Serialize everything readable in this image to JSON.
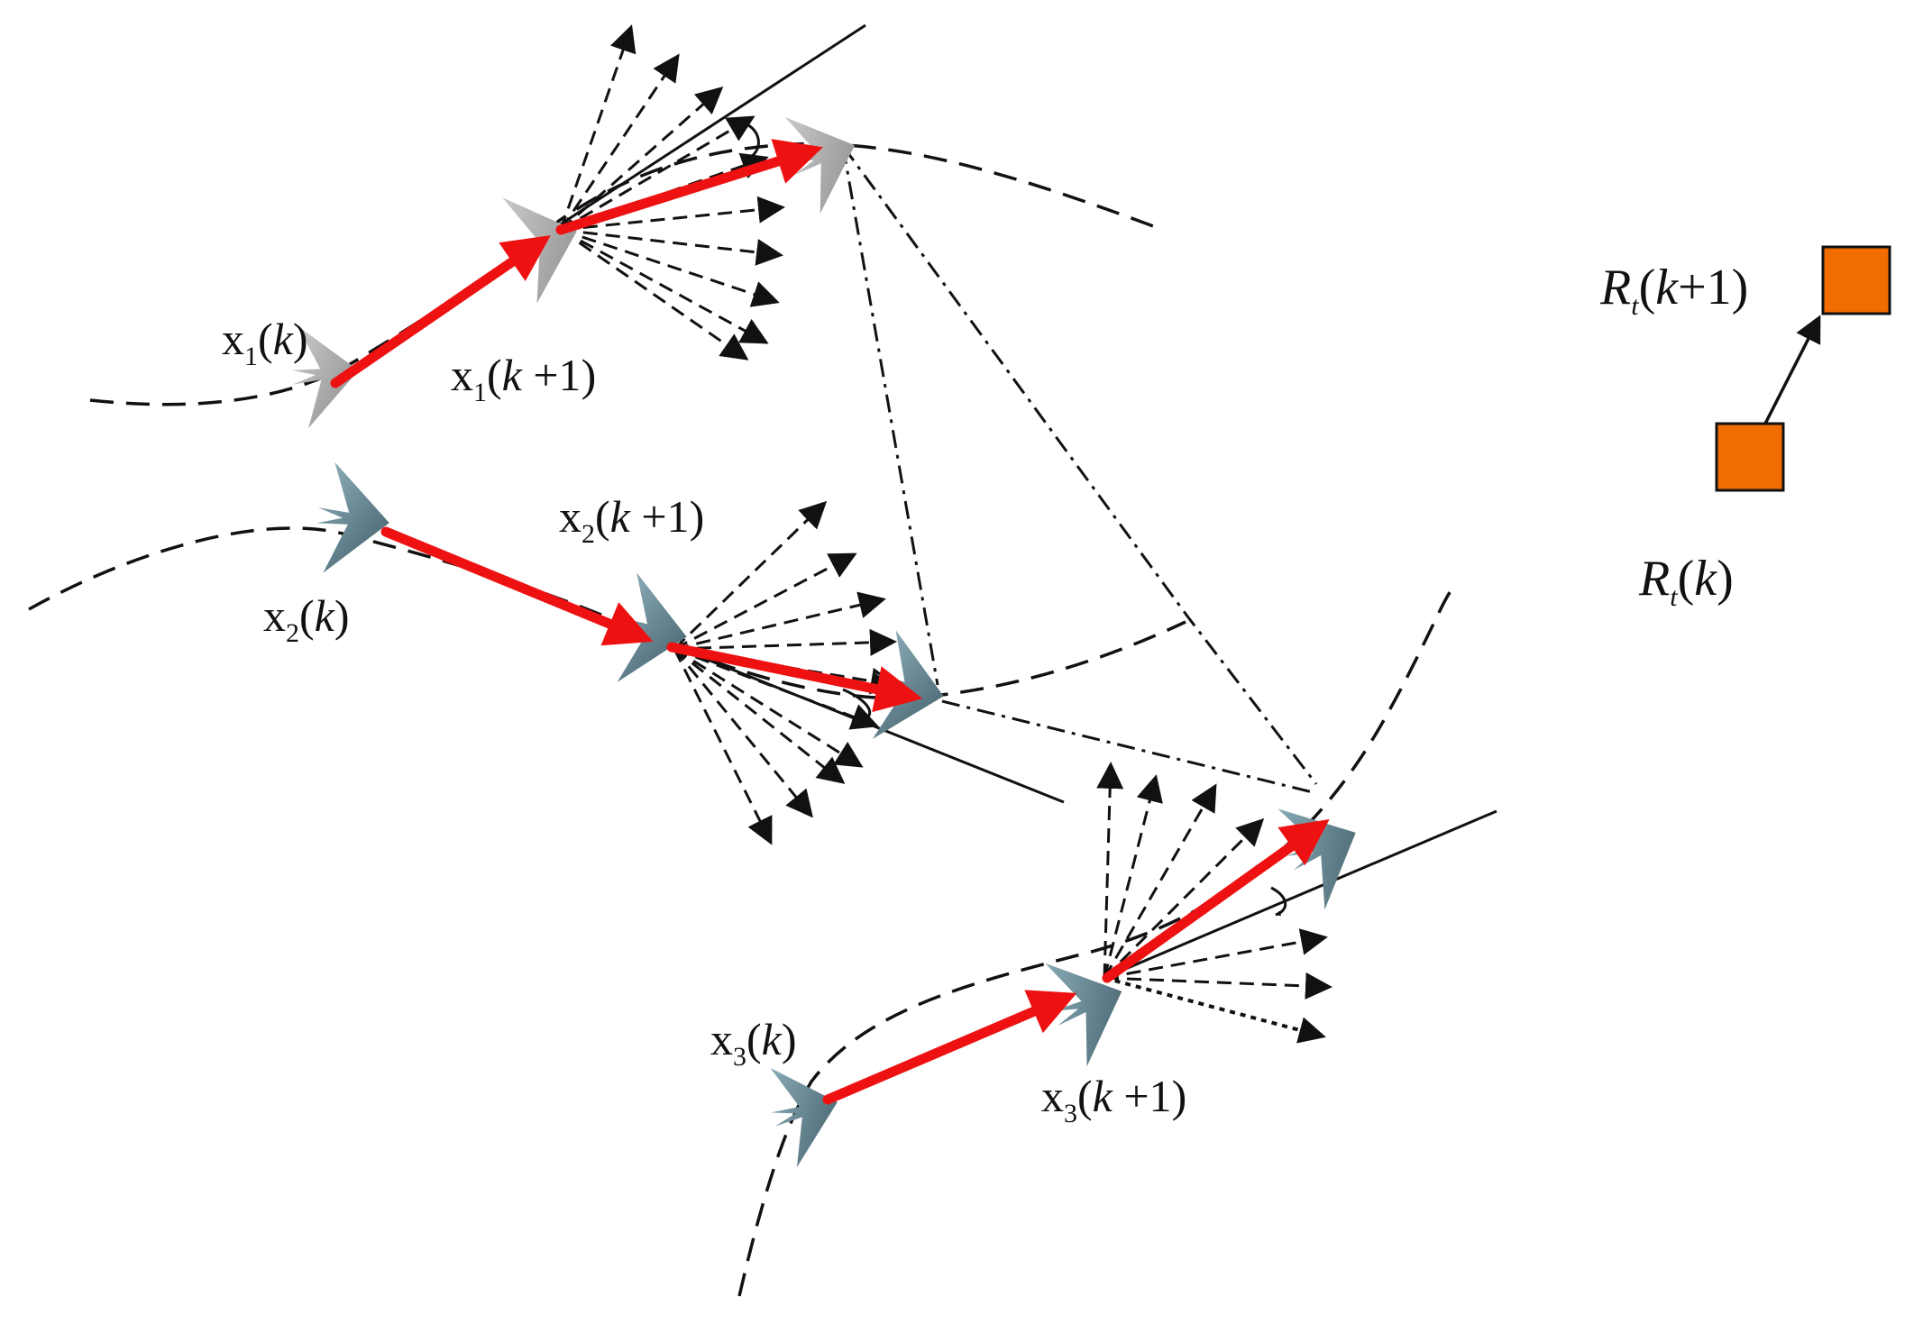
{
  "labels": {
    "x1_k": {
      "base": "x",
      "sub": "1",
      "arg": "k",
      "suffix": ""
    },
    "x1_k1": {
      "base": "x",
      "sub": "1",
      "arg": "k",
      "suffix": " +1"
    },
    "x2_k": {
      "base": "x",
      "sub": "2",
      "arg": "k",
      "suffix": ""
    },
    "x2_k1": {
      "base": "x",
      "sub": "2",
      "arg": "k",
      "suffix": " +1"
    },
    "x3_k": {
      "base": "x",
      "sub": "3",
      "arg": "k",
      "suffix": ""
    },
    "x3_k1": {
      "base": "x",
      "sub": "3",
      "arg": "k",
      "suffix": " +1"
    },
    "rt_k": {
      "base": "R",
      "sub": "t",
      "arg": "k",
      "suffix": ""
    },
    "rt_k1": {
      "base": "R",
      "sub": "t",
      "arg": "k",
      "suffix": "+1"
    },
    "open_paren": "(",
    "close_paren": ")"
  },
  "colors": {
    "selected_move": "#ee1111",
    "target_box": "#f26d00",
    "uav_light": "#a9a9a9",
    "uav_dark": "#5f7b86"
  },
  "icons": {
    "uav": "uav-icon",
    "target": "target-square-icon"
  }
}
